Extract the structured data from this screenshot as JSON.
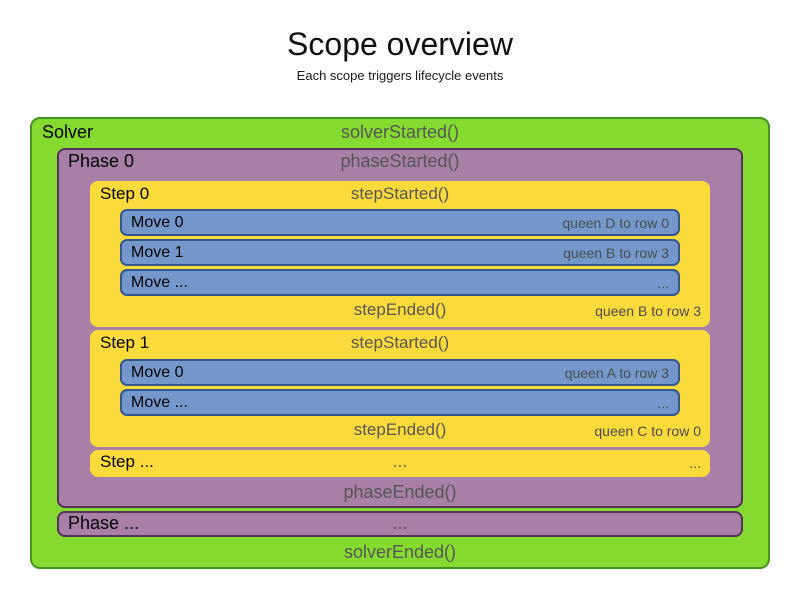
{
  "title": "Scope overview",
  "subtitle": "Each scope triggers lifecycle events",
  "colors": {
    "solver_fill": "#85da2f",
    "solver_border": "#459121",
    "phase_fill": "#a77fa7",
    "phase_border": "#53335a",
    "step_fill": "#fbdb3c",
    "move_fill": "#7498cb",
    "move_border": "#34568c",
    "event_text": "#565656",
    "annotation_text": "#4c4c4c"
  },
  "solver": {
    "label": "Solver",
    "started_event": "solverStarted()",
    "ended_event": "solverEnded()",
    "phases": [
      {
        "label": "Phase 0",
        "started_event": "phaseStarted()",
        "ended_event": "phaseEnded()",
        "steps": [
          {
            "label": "Step 0",
            "started_event": "stepStarted()",
            "ended_event": "stepEnded()",
            "ended_annotation": "queen B to row 3",
            "moves": [
              {
                "label": "Move 0",
                "annotation": "queen D to row 0"
              },
              {
                "label": "Move 1",
                "annotation": "queen B to row 3"
              },
              {
                "label": "Move ...",
                "annotation": "..."
              }
            ]
          },
          {
            "label": "Step 1",
            "started_event": "stepStarted()",
            "ended_event": "stepEnded()",
            "ended_annotation": "queen C to row 0",
            "moves": [
              {
                "label": "Move 0",
                "annotation": "queen A to row 3"
              },
              {
                "label": "Move ...",
                "annotation": "..."
              }
            ]
          },
          {
            "label": "Step ...",
            "center_text": "...",
            "right_text": "..."
          }
        ]
      },
      {
        "label": "Phase ...",
        "center_text": "..."
      }
    ]
  }
}
